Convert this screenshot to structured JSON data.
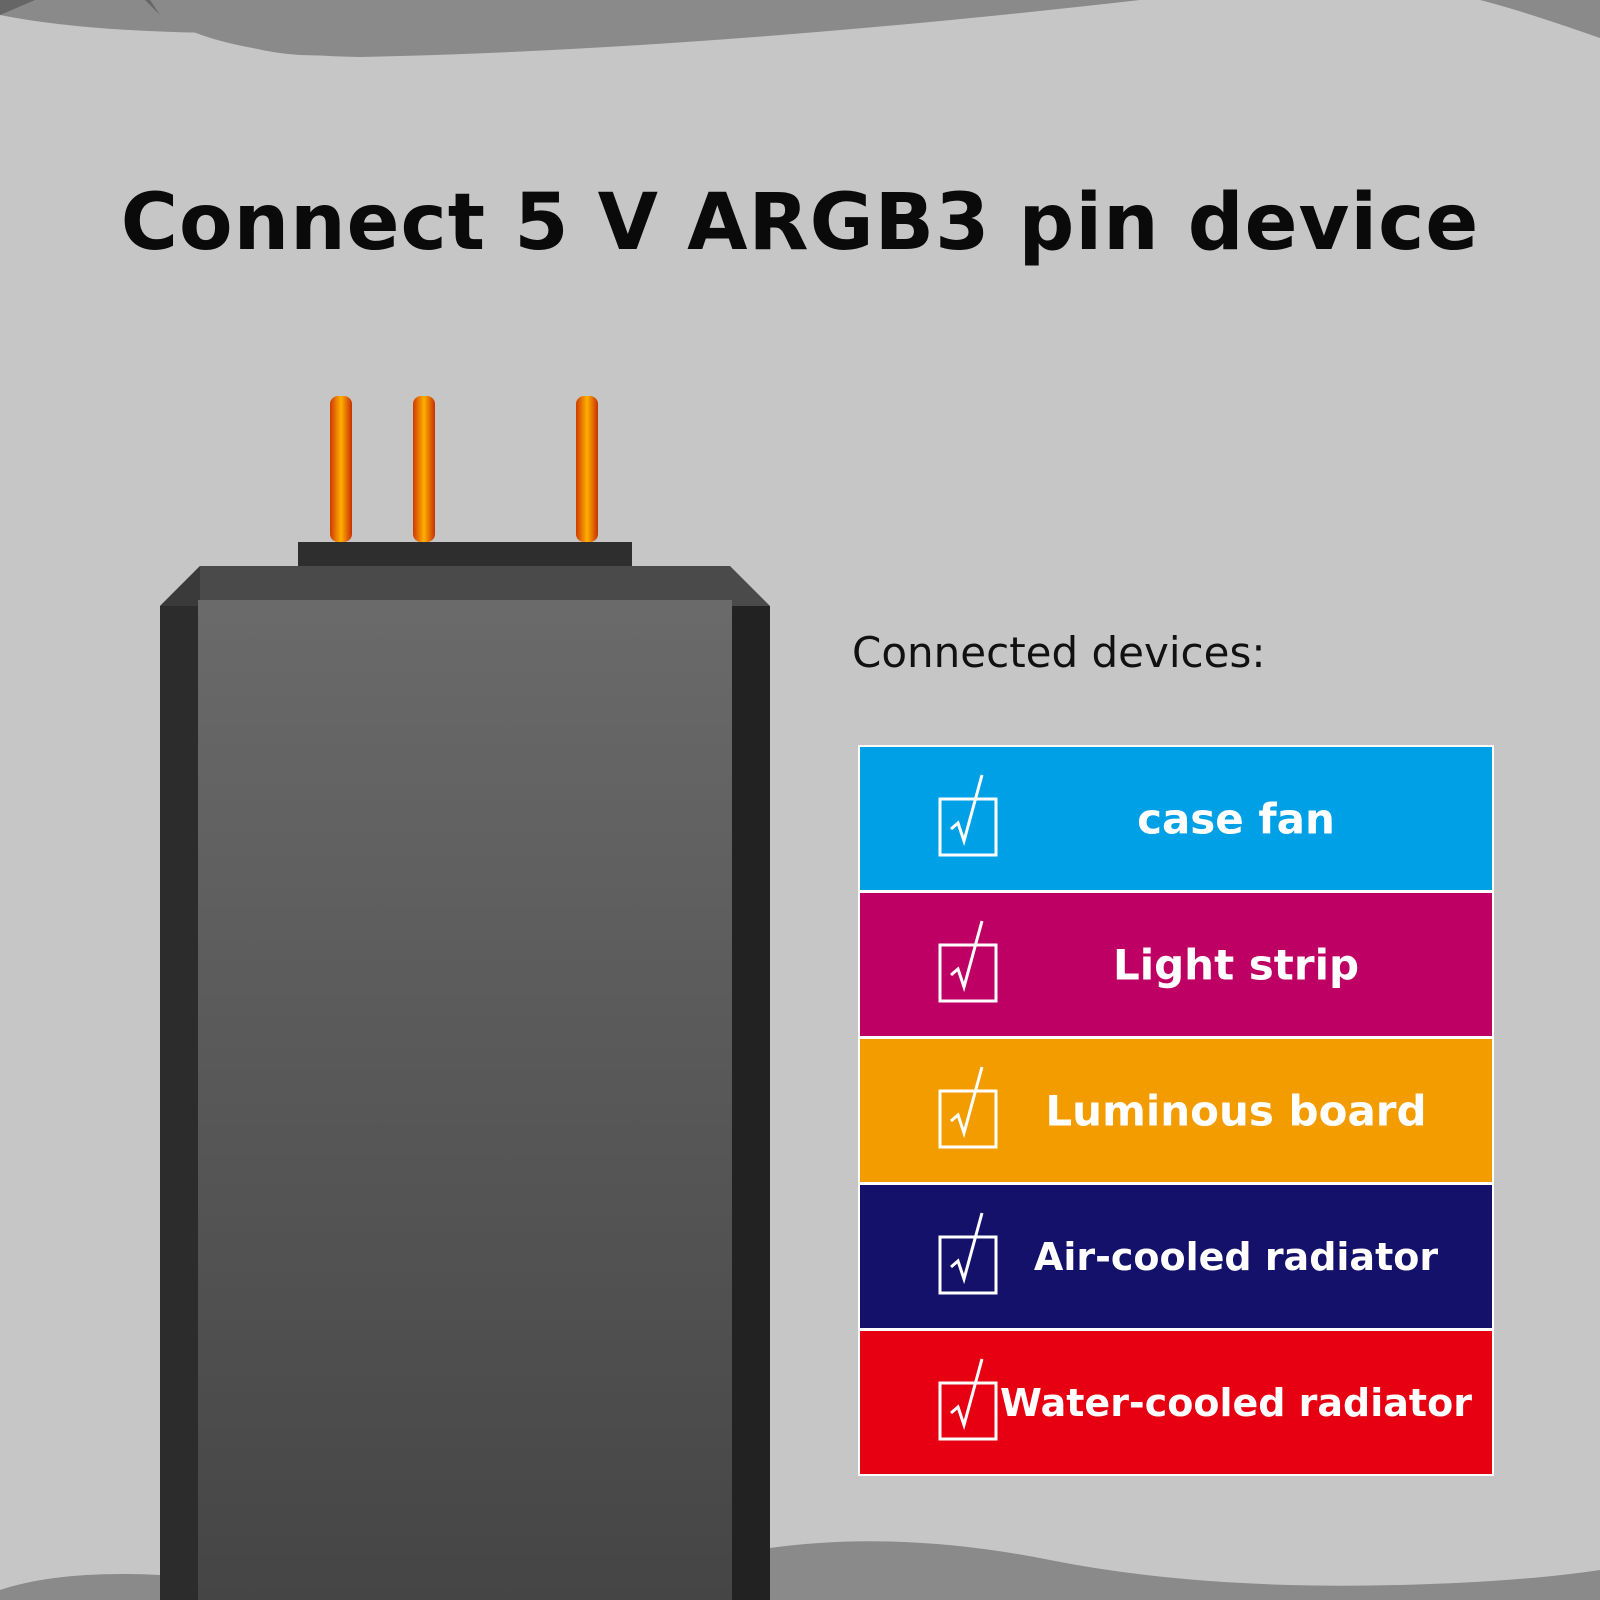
{
  "title": "Connect 5 V ARGB3 pin device",
  "connected_label": "Connected devices:",
  "devices": [
    {
      "label": "case fan",
      "color": "#00a0e6",
      "checked": true
    },
    {
      "label": "Light strip",
      "color": "#be0064",
      "checked": true
    },
    {
      "label": "Luminous board",
      "color": "#f39c00",
      "checked": true
    },
    {
      "label": "Air-cooled radiator",
      "color": "#14116b",
      "checked": true
    },
    {
      "label": "Water-cooled radiator",
      "color": "#e60012",
      "checked": true
    }
  ]
}
